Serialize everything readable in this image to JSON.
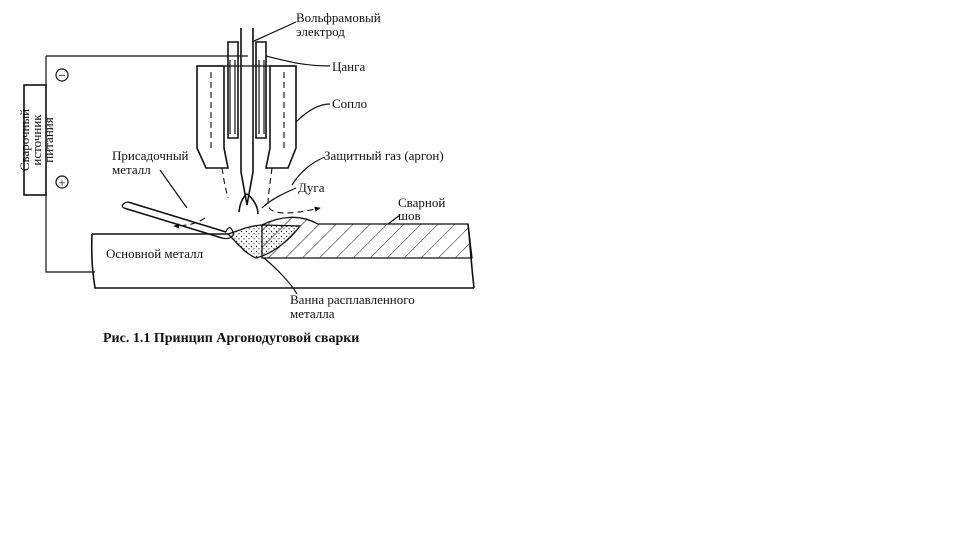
{
  "diagram": {
    "labels": {
      "electrode": [
        "Вольфрамовый",
        "электрод"
      ],
      "collet": "Цанга",
      "nozzle": "Сопло",
      "shield_gas": "Защитный газ (аргон)",
      "arc": "Дуга",
      "weld_seam": [
        "Сварной",
        "шов"
      ],
      "filler_metal": [
        "Присадочный",
        "металл"
      ],
      "base_metal": "Основной металл",
      "molten_pool": [
        "Ванна расплавленного",
        "металла"
      ],
      "power_source": [
        "Сварочный",
        "источник",
        "питания"
      ],
      "minus_sign": "−",
      "plus_sign": "+"
    },
    "caption": "Рис. 1.1 Принцип Аргонодуговой сварки"
  }
}
